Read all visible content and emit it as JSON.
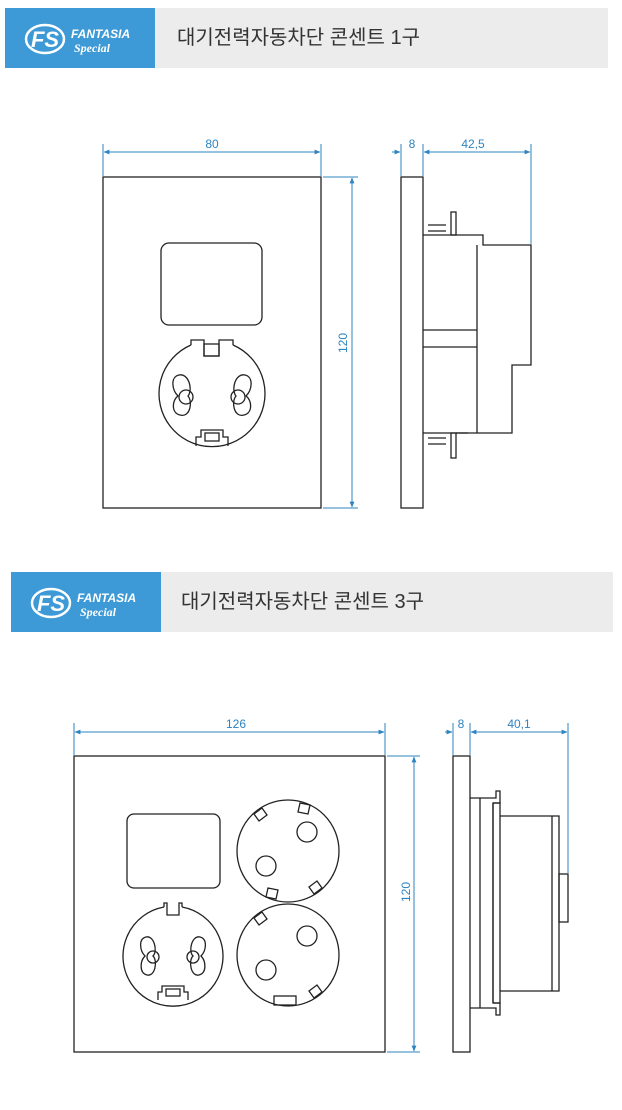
{
  "colors": {
    "brand": "#3d9ad6",
    "dimension": "#2d84c2",
    "header_bg": "#ececec",
    "line": "#222222"
  },
  "sections": [
    {
      "logo": {
        "mark": "FS",
        "line1": "FANTASIA",
        "line2": "Special"
      },
      "title": "대기전력자동차단 콘센트 1구",
      "dims": {
        "width": "80",
        "plate": "8",
        "depth": "42,5",
        "height": "120"
      }
    },
    {
      "logo": {
        "mark": "FS",
        "line1": "FANTASIA",
        "line2": "Special"
      },
      "title": "대기전력자동차단 콘센트 3구",
      "dims": {
        "width": "126",
        "plate": "8",
        "depth": "40,1",
        "height": "120"
      }
    }
  ]
}
